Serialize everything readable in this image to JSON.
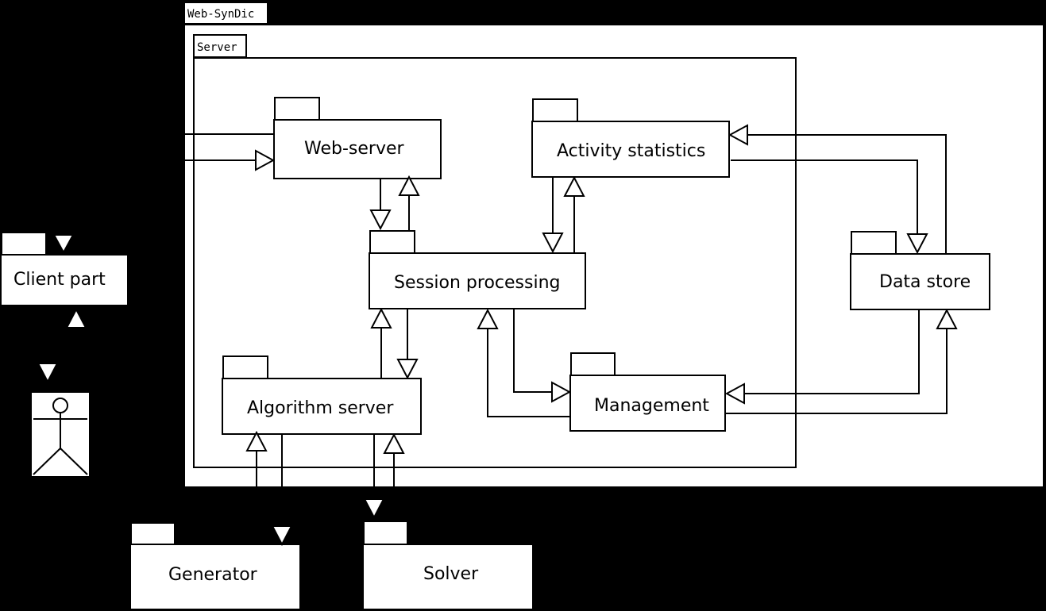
{
  "frames": {
    "outer": {
      "label": "Web-SynDic"
    },
    "server": {
      "label": "Server"
    }
  },
  "packages": {
    "web_server": "Web-server",
    "activity_statistics": "Activity statistics",
    "session_processing": "Session processing",
    "data_store": "Data store",
    "client_part": "Client part",
    "algorithm_server": "Algorithm server",
    "management": "Management",
    "generator": "Generator",
    "solver": "Solver"
  },
  "actor": {
    "icon": "user-actor-icon"
  },
  "colors": {
    "background": "#000000",
    "fill": "#ffffff",
    "stroke": "#000000"
  }
}
